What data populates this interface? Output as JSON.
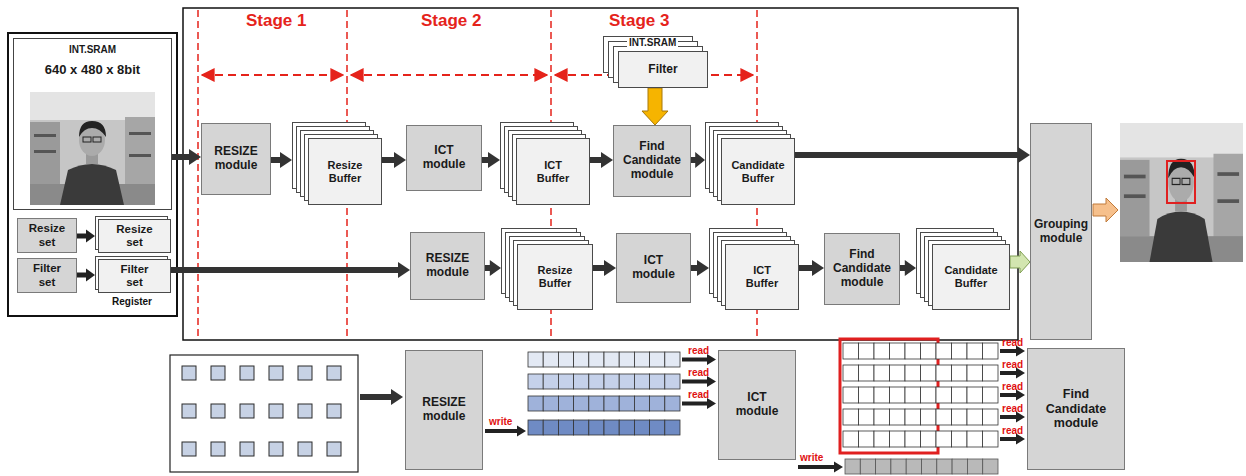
{
  "diagram": {
    "nodes": [
      {
        "text": [
          "INT.SRAM",
          "640 x 480 x 8bit"
        ]
      },
      {
        "text": [
          "Resize set"
        ]
      },
      {
        "text": [
          "Resize set"
        ]
      },
      {
        "text": [
          "Filter set"
        ]
      },
      {
        "text": [
          "Filter set"
        ]
      },
      {
        "text": [
          "INT.SRAM",
          "Filter"
        ]
      },
      {
        "text": [
          "RESIZE module"
        ]
      },
      {
        "text": [
          "Resize Buffer"
        ]
      },
      {
        "text": [
          "ICT module"
        ]
      },
      {
        "text": [
          "ICT Buffer"
        ]
      },
      {
        "text": [
          "Find Candidate module"
        ]
      },
      {
        "text": [
          "Candidate Buffer"
        ]
      },
      {
        "text": [
          "RESIZE module"
        ]
      },
      {
        "text": [
          "Resize Buffer"
        ]
      },
      {
        "text": [
          "ICT module"
        ]
      },
      {
        "text": [
          "ICT Buffer"
        ]
      },
      {
        "text": [
          "Find Candidate module"
        ]
      },
      {
        "text": [
          "Candidate Buffer"
        ]
      },
      {
        "text": [
          "Grouping module"
        ]
      },
      {
        "text": [
          "RESIZE module"
        ]
      },
      {
        "text": [
          "ICT module"
        ]
      },
      {
        "text": [
          "Find Candidate module"
        ]
      }
    ],
    "edges": [
      {
        "from": 0,
        "to": 6,
        "arrow": "to"
      },
      {
        "from": 1,
        "to": 2,
        "arrow": "to"
      },
      {
        "from": 3,
        "to": 4,
        "arrow": "to"
      },
      {
        "from": 4,
        "to": 12,
        "arrow": "to"
      },
      {
        "from": 6,
        "to": 7,
        "arrow": "to"
      },
      {
        "from": 7,
        "to": 8,
        "arrow": "to"
      },
      {
        "from": 8,
        "to": 9,
        "arrow": "to"
      },
      {
        "from": 9,
        "to": 10,
        "arrow": "to"
      },
      {
        "from": 10,
        "to": 11,
        "arrow": "to"
      },
      {
        "from": 11,
        "to": 18,
        "arrow": "to"
      },
      {
        "from": 5,
        "to": 10,
        "arrow": "to"
      },
      {
        "from": 12,
        "to": 13,
        "arrow": "to"
      },
      {
        "from": 13,
        "to": 14,
        "arrow": "to"
      },
      {
        "from": 14,
        "to": 15,
        "arrow": "to"
      },
      {
        "from": 15,
        "to": 16,
        "arrow": "to"
      },
      {
        "from": 16,
        "to": 17,
        "arrow": "to"
      },
      {
        "from": 17,
        "to": 18,
        "arrow": "to"
      }
    ],
    "labels": [
      "Stage 1",
      "Stage 2",
      "Stage 3",
      "Register",
      "write",
      "read",
      "read",
      "read",
      "write",
      "read",
      "read",
      "read",
      "read",
      "read"
    ]
  }
}
